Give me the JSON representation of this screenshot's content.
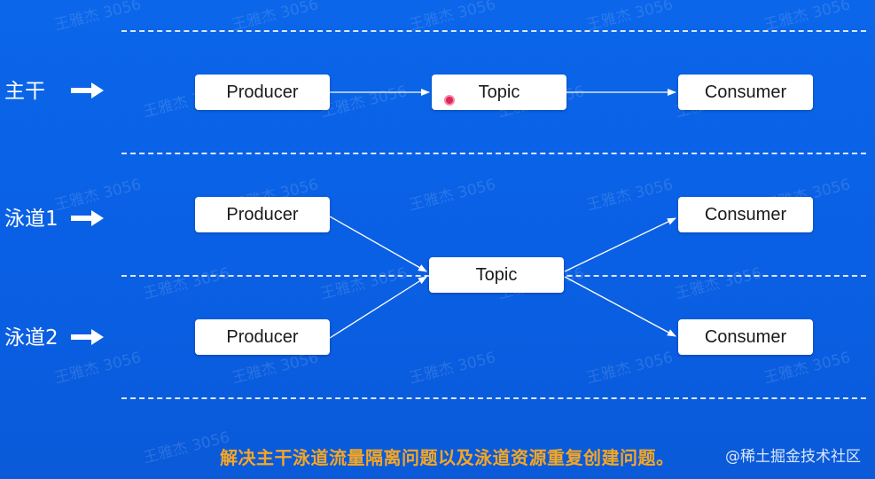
{
  "rows": [
    {
      "id": "trunk",
      "label": "主干"
    },
    {
      "id": "lane1",
      "label": "泳道1"
    },
    {
      "id": "lane2",
      "label": "泳道2"
    }
  ],
  "nodes": {
    "trunk_producer": "Producer",
    "trunk_topic": "Topic",
    "trunk_consumer": "Consumer",
    "lane1_producer": "Producer",
    "lane2_producer": "Producer",
    "lane_topic": "Topic",
    "lane1_consumer": "Consumer",
    "lane2_consumer": "Consumer"
  },
  "watermark": "王雅杰 3056",
  "caption": "解决主干泳道流量隔离问题以及泳道资源重复创建问题。",
  "source_tag": "@稀土掘金技术社区",
  "colors": {
    "background": "#0a61e6",
    "node_fill": "#ffffff",
    "caption": "#f5a623",
    "cursor": "#e0245e"
  }
}
